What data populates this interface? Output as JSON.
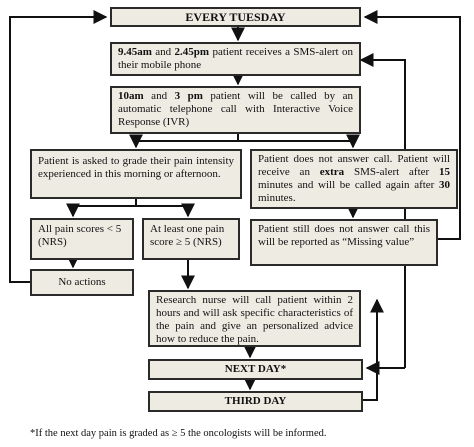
{
  "boxes": {
    "every_tuesday": "EVERY TUESDAY",
    "sms_alert": {
      "t1": "9.45am",
      "mid": " and ",
      "t2": "2.45pm",
      "rest": " patient receives a SMS-alert on their mobile phone"
    },
    "ivr_call": {
      "t1": "10am",
      "mid": " and ",
      "t2": "3 pm",
      "rest": " patient will be called by an automatic telephone call with Interactive Voice Response (IVR)"
    },
    "grade_pain": "Patient is asked to grade their pain intensity experienced in this morning or afternoon.",
    "no_answer": {
      "p1": "Patient does not answer call. Patient will receive an ",
      "extra": "extra",
      "p2": " SMS-alert after ",
      "n15": "15",
      "p3": " minutes and will be called again after ",
      "n30": "30",
      "p4": " minutes."
    },
    "all_scores": "All pain scores < 5 (NRS)",
    "at_least_one": "At least one pain score ≥ 5 (NRS)",
    "missing_value": "Patient still does not answer call this will be reported as “Missing value”",
    "no_actions": "No actions",
    "research_nurse": "Research nurse will call patient within 2 hours and will ask specific characteristics of the pain and give an personalized advice how to reduce the pain.",
    "next_day": "NEXT DAY*",
    "third_day": "THIRD DAY"
  },
  "footnote": "*If the next day pain is graded as ≥ 5 the oncologists will be informed."
}
